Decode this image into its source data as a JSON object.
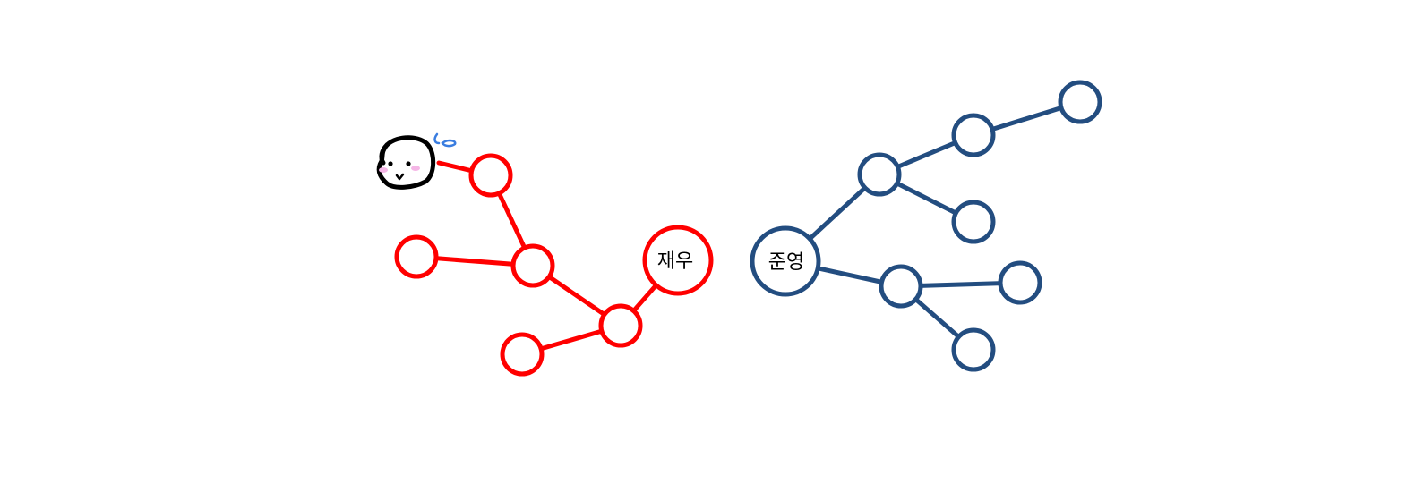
{
  "colors": {
    "background": "#ffffff",
    "left_tree": "#ff0000",
    "right_tree": "#234d80",
    "face_outline": "#000000",
    "face_blush": "#f5b6e6",
    "sweat_drop": "#3a7de0"
  },
  "left_tree": {
    "root_label": "재우",
    "node_count": 7,
    "edges": [
      [
        "root",
        "a"
      ],
      [
        "a",
        "b"
      ],
      [
        "a",
        "c"
      ],
      [
        "b",
        "d"
      ],
      [
        "b",
        "e"
      ],
      [
        "e",
        "face"
      ]
    ],
    "face_icon": "worried-face-icon"
  },
  "right_tree": {
    "root_label": "준영",
    "node_count": 8,
    "edges": [
      [
        "root",
        "a"
      ],
      [
        "root",
        "b"
      ],
      [
        "a",
        "c"
      ],
      [
        "a",
        "d"
      ],
      [
        "c",
        "e"
      ],
      [
        "b",
        "f"
      ],
      [
        "b",
        "g"
      ]
    ]
  }
}
